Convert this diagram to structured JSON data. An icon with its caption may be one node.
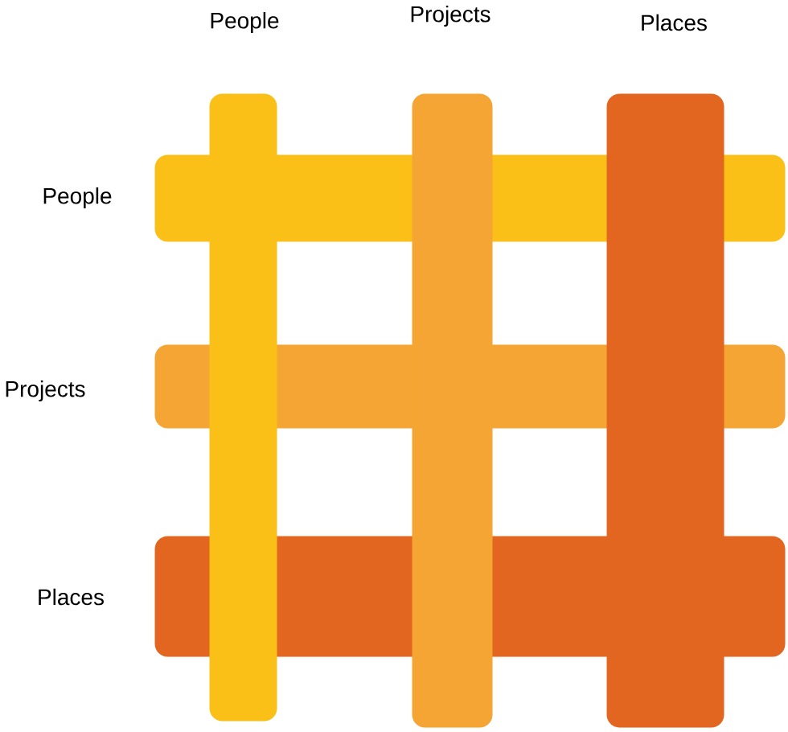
{
  "diagram": {
    "nodes": [
      {
        "text": [
          "People"
        ]
      },
      {
        "text": [
          "Projects"
        ]
      },
      {
        "text": [
          "Places"
        ]
      },
      {
        "text": [
          "People"
        ]
      },
      {
        "text": [
          "Projects"
        ]
      },
      {
        "text": [
          "Places"
        ]
      }
    ]
  }
}
